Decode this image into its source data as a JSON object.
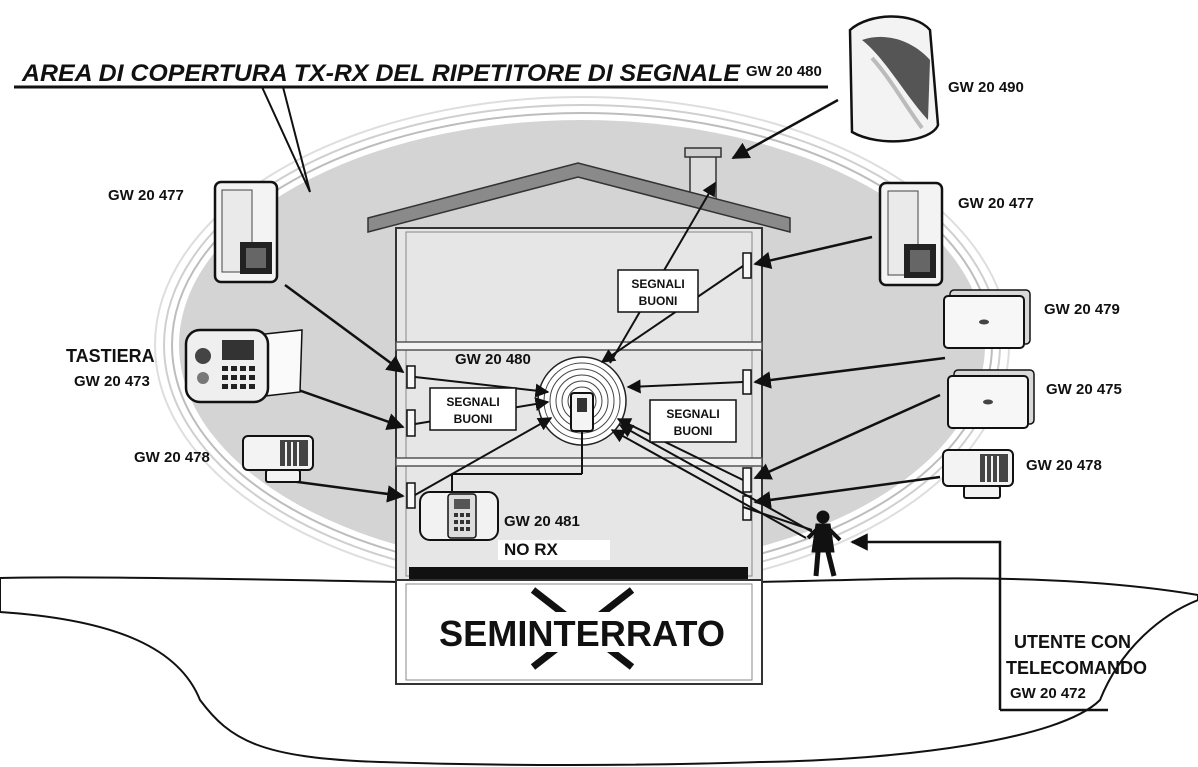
{
  "title": "AREA DI COPERTURA TX-RX DEL RIPETITORE DI SEGNALE",
  "labels": {
    "top_repeater": "GW 20 480",
    "siren": "GW 20 490",
    "pir_left": "GW 20 477",
    "pir_right": "GW 20 477",
    "keypad_name": "TASTIERA",
    "keypad_code": "GW 20 473",
    "contact_left": "GW 20 478",
    "contact_right": "GW 20 478",
    "module_479": "GW 20 479",
    "module_475": "GW 20 475",
    "repeater_center": "GW 20 480",
    "central_unit": "GW 20 481",
    "no_rx": "NO RX",
    "basement": "SEMINTERRATO",
    "user_line1": "UTENTE CON",
    "user_line2": "TELECOMANDO",
    "remote_code": "GW 20 472"
  },
  "signal_boxes": {
    "roof_line1": "SEGNALI",
    "roof_line2": "BUONI",
    "left_line1": "SEGNALI",
    "left_line2": "BUONI",
    "right_line1": "SEGNALI",
    "right_line2": "BUONI"
  },
  "colors": {
    "coverage_area": "#d4d4d4",
    "house_fill": "#e6e6e6",
    "roof": "#8a8a8a",
    "ink": "#111111"
  }
}
